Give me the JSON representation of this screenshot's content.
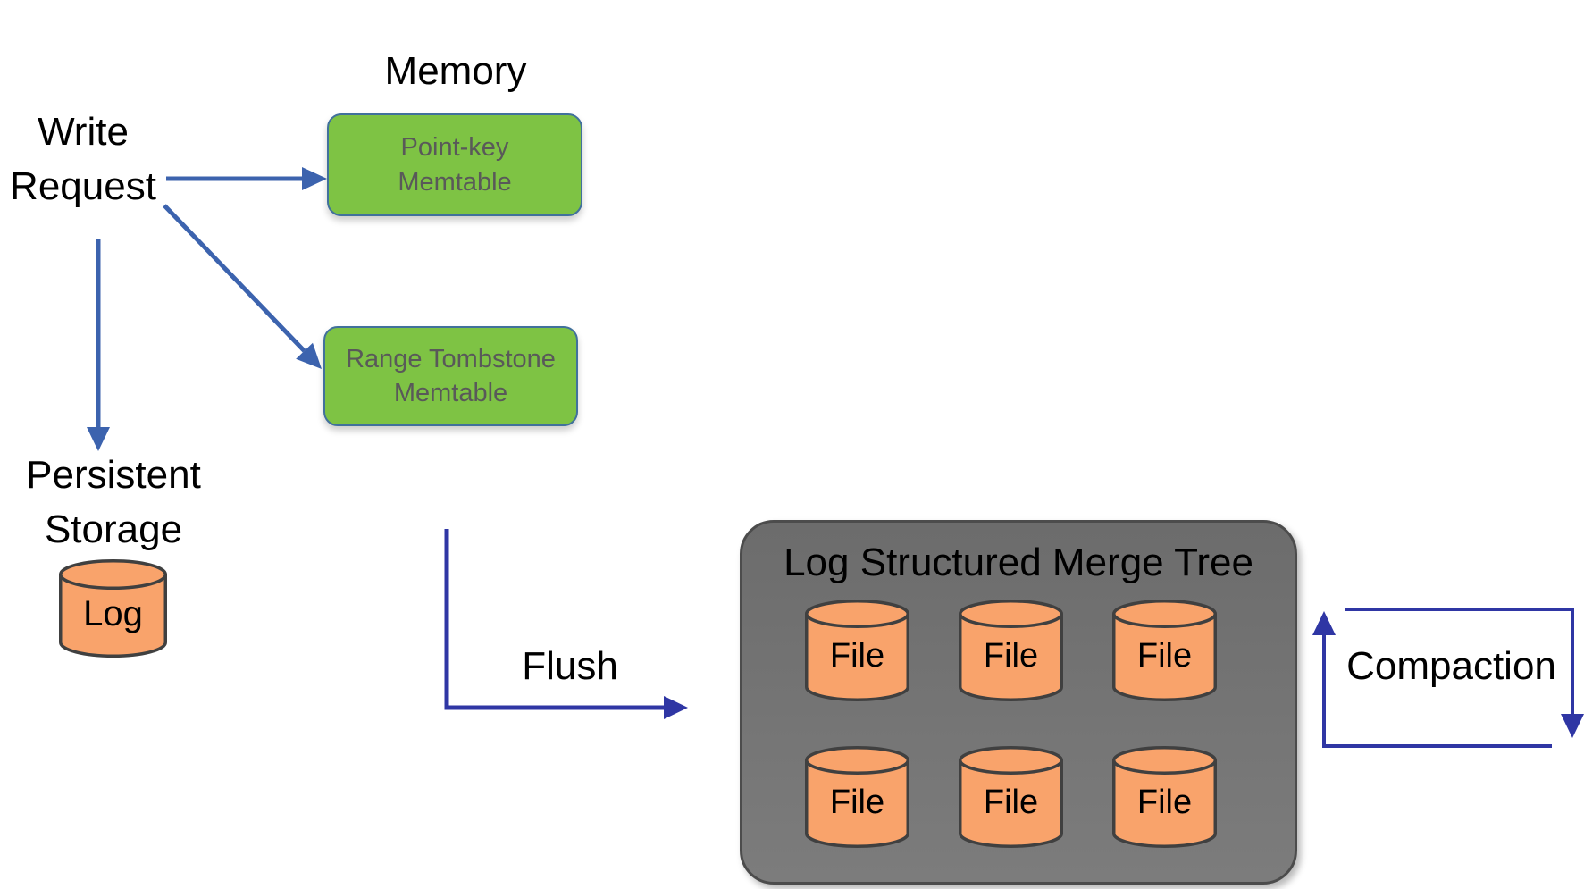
{
  "labels": {
    "memory": "Memory",
    "write_request": "Write\nRequest",
    "persistent_storage": "Persistent\nStorage",
    "flush": "Flush",
    "compaction": "Compaction"
  },
  "memory_boxes": {
    "point_key": "Point-key\nMemtable",
    "range_tombstone": "Range Tombstone\nMemtable"
  },
  "storage": {
    "log": "Log"
  },
  "lsm": {
    "title": "Log Structured Merge Tree",
    "files": [
      "File",
      "File",
      "File",
      "File",
      "File",
      "File"
    ]
  },
  "colors": {
    "memtable_fill": "#7ec344",
    "memtable_border": "#41719c",
    "memtable_text": "#595959",
    "cylinder_fill": "#f9a36b",
    "cylinder_border": "#404040",
    "lsm_border": "#4c4c4c",
    "write_arrow": "#3c63ae",
    "flow_arrow": "#2f36a4"
  }
}
